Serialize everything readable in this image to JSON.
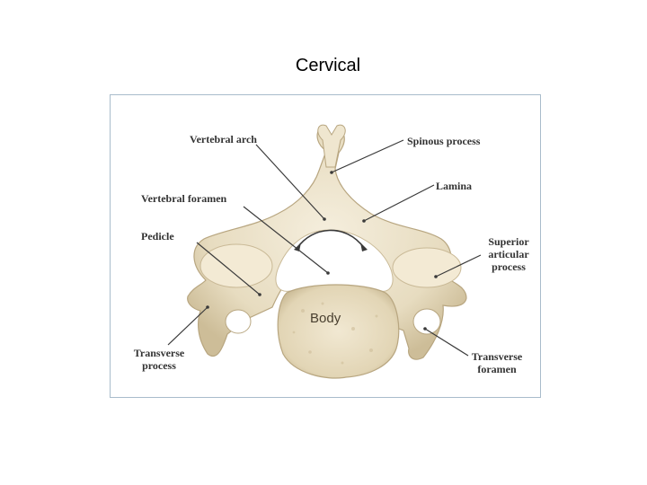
{
  "title": "Cervical",
  "figure": {
    "labels": {
      "vertebral_arch": "Vertebral arch",
      "spinous_process": "Spinous process",
      "lamina": "Lamina",
      "vertebral_foramen": "Vertebral foramen",
      "pedicle": "Pedicle",
      "superior_articular_process_1": "Superior",
      "superior_articular_process_2": "articular",
      "superior_articular_process_3": "process",
      "transverse_process_1": "Transverse",
      "transverse_process_2": "process",
      "transverse_foramen_1": "Transverse",
      "transverse_foramen_2": "foramen",
      "body": "Body"
    }
  },
  "colors": {
    "bone": "#e9dfc6",
    "bone_shadow": "#c9b996",
    "leader_line": "#3a3a3a",
    "frame": "#a9bccb"
  }
}
